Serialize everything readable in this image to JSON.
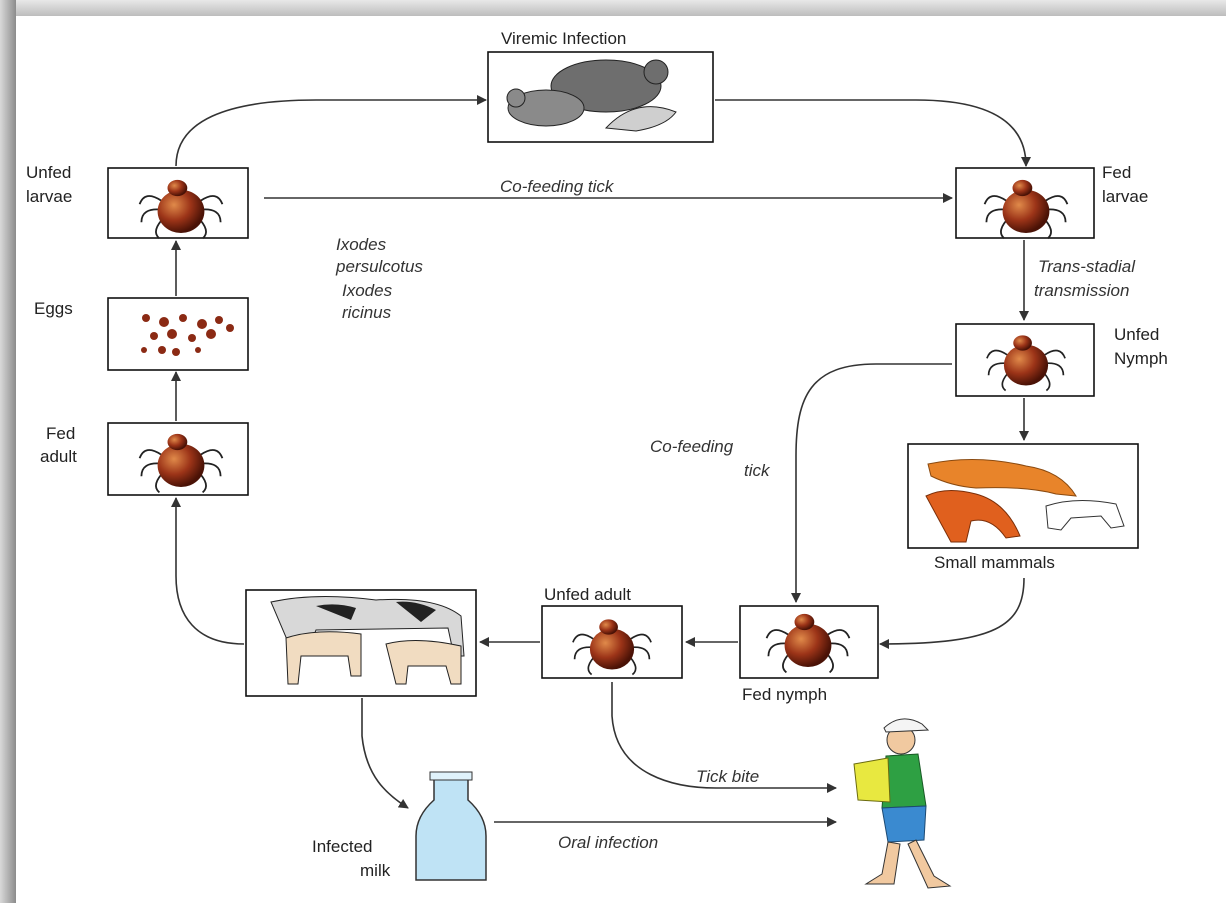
{
  "title": "Viremic Infection",
  "stages": {
    "unfed_larvae": [
      "Unfed",
      "larvae"
    ],
    "fed_larvae": [
      "Fed",
      "larvae"
    ],
    "eggs": "Eggs",
    "fed_adult": [
      "Fed",
      "adult"
    ],
    "unfed_nymph": [
      "Unfed",
      "Nymph"
    ],
    "small_mammals": "Small mammals",
    "fed_nymph": "Fed nymph",
    "unfed_adult": "Unfed adult",
    "infected_milk": [
      "Infected",
      "milk"
    ]
  },
  "transmissions": {
    "co_feeding_top": "Co-feeding tick",
    "species": [
      "Ixodes",
      "persulcotus",
      "Ixodes",
      "ricinus"
    ],
    "trans_stadial": [
      "Trans-stadial",
      "transmission"
    ],
    "co_feeding_side": [
      "Co-feeding",
      "tick"
    ],
    "tick_bite": "Tick bite",
    "oral_infection": "Oral infection"
  },
  "colors": {
    "tick_body": "#8b2a14",
    "tick_highlight": "#d9733a",
    "milk": "#bfe3f5",
    "shirt": "#2ea043",
    "fox": "#e8842a"
  }
}
